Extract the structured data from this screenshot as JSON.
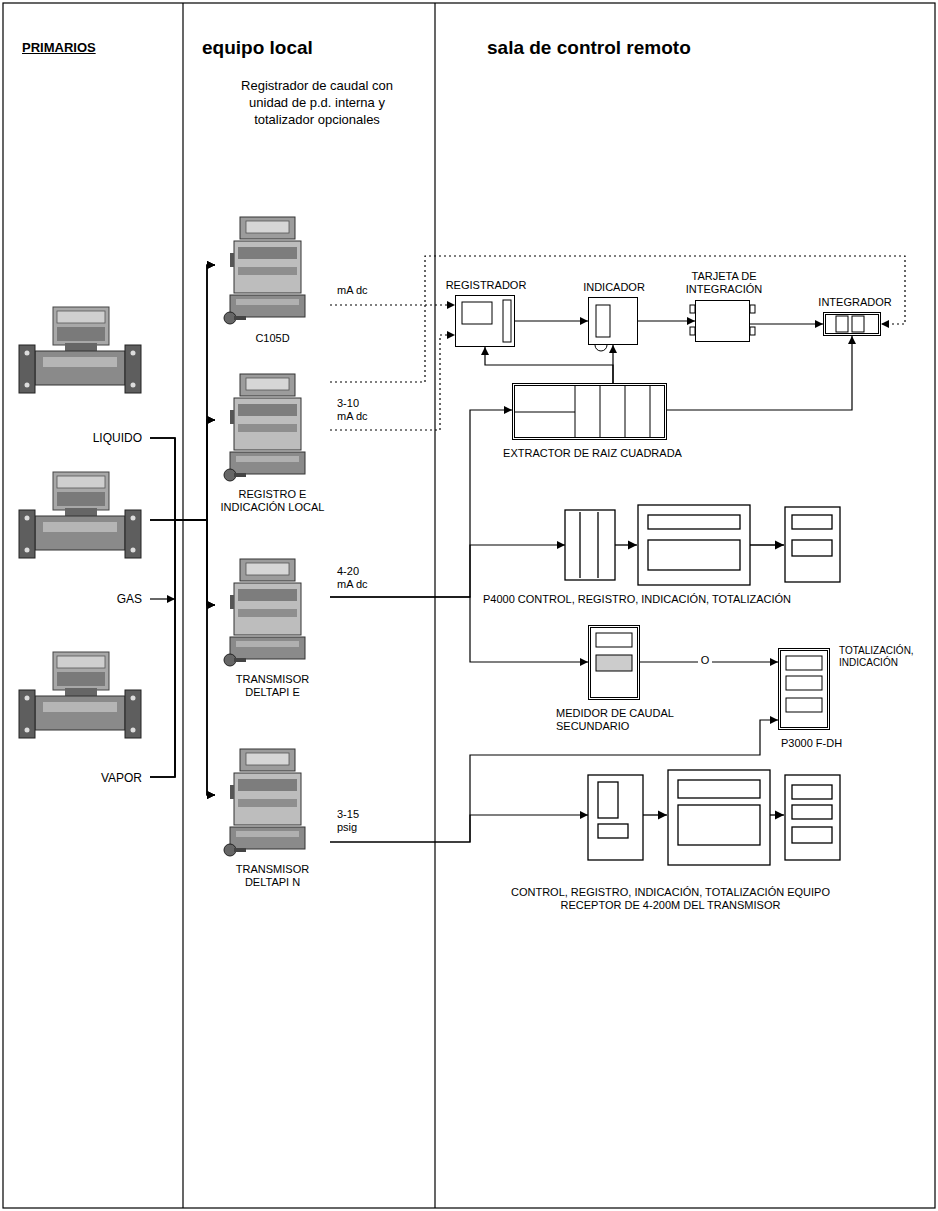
{
  "diagram": {
    "nodes": [
      {
        "text": [
          "LIQUIDO"
        ]
      },
      {
        "text": [
          "GAS"
        ]
      },
      {
        "text": [
          "VAPOR"
        ]
      },
      {
        "text": [
          "C105D"
        ]
      },
      {
        "text": [
          "REGISTRO E INDICACIÓN LOCAL"
        ]
      },
      {
        "text": [
          "TRANSMISOR DELTAPI E"
        ]
      },
      {
        "text": [
          "TRANSMISOR DELTAPI N"
        ]
      },
      {
        "text": [
          "REGISTRADOR"
        ]
      },
      {
        "text": [
          "INDICADOR"
        ]
      },
      {
        "text": [
          "TARJETA DE INTEGRACIÓN"
        ]
      },
      {
        "text": [
          "INTEGRADOR"
        ]
      },
      {
        "text": [
          "EXTRACTOR DE RAIZ CUADRADA"
        ]
      },
      {
        "text": [
          "P4000 CONTROL, REGISTRO, INDICACIÓN, TOTALIZACIÓN"
        ]
      },
      {
        "text": [
          "MEDIDOR DE CAUDAL SECUNDARIO"
        ]
      },
      {
        "text": [
          "TOTALIZACIÓN, INDICACIÓN",
          "P3000 F-DH"
        ]
      },
      {
        "text": [
          "CONTROL, REGISTRO, INDICACIÓN, TOTALIZACIÓN EQUIPO RECEPTOR DE 4-200M DEL TRANSMISOR"
        ]
      }
    ],
    "edges": [
      {
        "from": 0,
        "to": 3,
        "arrow": "to"
      },
      {
        "from": 0,
        "to": 4,
        "arrow": "to"
      },
      {
        "from": 0,
        "to": 5,
        "arrow": "to"
      },
      {
        "from": 0,
        "to": 6,
        "arrow": "to"
      },
      {
        "from": 1,
        "to": 3,
        "arrow": "to"
      },
      {
        "from": 1,
        "to": 4,
        "arrow": "to"
      },
      {
        "from": 1,
        "to": 5,
        "arrow": "to"
      },
      {
        "from": 1,
        "to": 6,
        "arrow": "to"
      },
      {
        "from": 2,
        "to": 3,
        "arrow": "to"
      },
      {
        "from": 2,
        "to": 4,
        "arrow": "to"
      },
      {
        "from": 2,
        "to": 5,
        "arrow": "to"
      },
      {
        "from": 2,
        "to": 6,
        "arrow": "to"
      },
      {
        "from": 3,
        "to": 7,
        "label": "mA dc",
        "arrow": "to"
      },
      {
        "from": 4,
        "to": 7,
        "label": "3-10 mA dc",
        "arrow": "to"
      },
      {
        "from": 4,
        "to": 10,
        "arrow": "to"
      },
      {
        "from": 7,
        "to": 8,
        "arrow": "to"
      },
      {
        "from": 8,
        "to": 9,
        "arrow": "to"
      },
      {
        "from": 9,
        "to": 10,
        "arrow": "to"
      },
      {
        "from": 11,
        "to": 7,
        "arrow": "to"
      },
      {
        "from": 11,
        "to": 8,
        "arrow": "to"
      },
      {
        "from": 11,
        "to": 10,
        "arrow": "to"
      },
      {
        "from": 5,
        "to": 11,
        "label": "4-20 mA dc",
        "arrow": "to"
      },
      {
        "from": 5,
        "to": 12,
        "arrow": "to"
      },
      {
        "from": 5,
        "to": 13,
        "arrow": "to"
      },
      {
        "from": 13,
        "to": 14,
        "label": "O",
        "arrow": "to"
      },
      {
        "from": 6,
        "to": 14,
        "label": "3-15 psig",
        "arrow": "to"
      },
      {
        "from": 6,
        "to": 15,
        "arrow": "to"
      }
    ],
    "labels": [
      "PRIMARIOS",
      "equipo local",
      "sala de control remoto",
      "Registrador de caudal con unidad de p.d. interna y totalizador opcionales"
    ]
  }
}
